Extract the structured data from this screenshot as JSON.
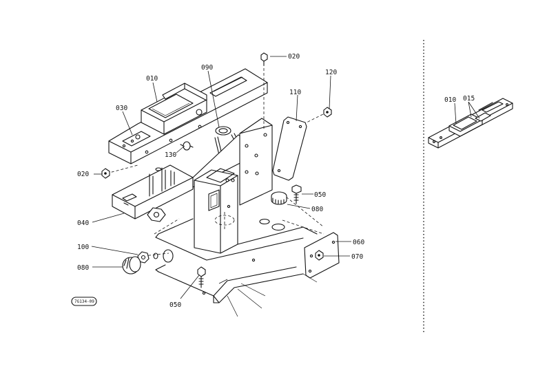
{
  "callouts": {
    "c010": "010",
    "c030": "030",
    "c090": "090",
    "c020_top": "020",
    "c120": "120",
    "c110": "110",
    "c130": "130",
    "c020_left": "020",
    "c050_right": "050",
    "c080_right": "080",
    "c040": "040",
    "c060": "060",
    "c100": "100",
    "c070": "070",
    "c080_left": "080",
    "c050_bottom": "050",
    "inset_010": "010",
    "inset_015": "015"
  },
  "drawing_code": "7G134-09"
}
